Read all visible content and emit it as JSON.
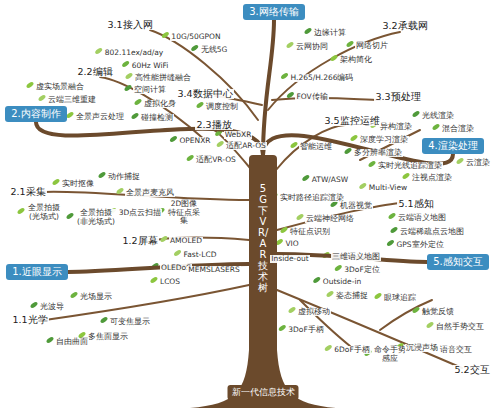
{
  "diagram": {
    "nodes": [
      {
        "text": [
          "5G下VR/AR技术树",
          "新一代信息技术"
        ]
      },
      {
        "text": [
          "3.网络传输"
        ]
      },
      {
        "text": [
          "2.内容制作"
        ]
      },
      {
        "text": [
          "4.渲染处理"
        ]
      },
      {
        "text": [
          "5.感知交互"
        ]
      },
      {
        "text": [
          "1.近眼显示"
        ]
      }
    ],
    "edges": [
      {
        "from": 0,
        "to": 1,
        "arrow": "none"
      },
      {
        "from": 0,
        "to": 2,
        "arrow": "none"
      },
      {
        "from": 0,
        "to": 3,
        "arrow": "none"
      },
      {
        "from": 0,
        "to": 4,
        "arrow": "none"
      },
      {
        "from": 0,
        "to": 5,
        "arrow": "none"
      }
    ],
    "labels": [
      "3.1接入网",
      "10G/50GPON",
      "无线5G",
      "802.11ex/ad/ay",
      "60Hz WiFi",
      "3.2承载网",
      "边缘计算",
      "云网协同",
      "网络切片",
      "架构简化",
      "2.2编辑",
      "高性能拼缝融合",
      "H.265/H.266编码",
      "虚实场景融合",
      "空间计算",
      "3.4数据中心",
      "调度控制",
      "3.3预处理",
      "FOV传输",
      "云端三维重建",
      "虚拟化身",
      "全景声云处理",
      "碰撞检测",
      "2.3播放",
      "WebXR",
      "3.5监控运维",
      "OPENXR",
      "适配AR-OS",
      "适配VR-OS",
      "智能运维",
      "光线渲染",
      "异构渲染",
      "混合渲染",
      "深度学习渲染",
      "多分辨率渲染",
      "云渲染",
      "实时光线追踪渲染",
      "注视点渲染",
      "ATW/ASW",
      "Multi-View",
      "实时路径追踪渲染",
      "实时抠像",
      "动作捕捉",
      "全景声麦克风",
      "2.1采集",
      "全景拍摄 (光场式)",
      "全景拍摄 (非光场式)",
      "3D点云扫描",
      "2D图像 特征点采集",
      "5.1感知",
      "机器视觉",
      "云端神经网络",
      "云端语义地图",
      "特征点识别",
      "云端稀疏点云地图",
      "AMOLED",
      "1.2屏幕",
      "VIO",
      "GPS室外定位",
      "Fast-LCD",
      "Inside-out",
      "三维语义地图",
      "OLEDoS",
      "MEMSLASERS",
      "3DoF定位",
      "LCOS",
      "Outside-in",
      "姿态捕捉",
      "光场显示",
      "眼球追踪",
      "光波导",
      "虚拟移动",
      "触觉反馈",
      "1.1光学",
      "可变焦显示",
      "自然手势交互",
      "3DoF手柄",
      "多焦面显示",
      "自由曲面",
      "6DoF手柄",
      "命令手势 感应",
      "沉浸声场",
      "语音交互",
      "5.2交互"
    ]
  }
}
